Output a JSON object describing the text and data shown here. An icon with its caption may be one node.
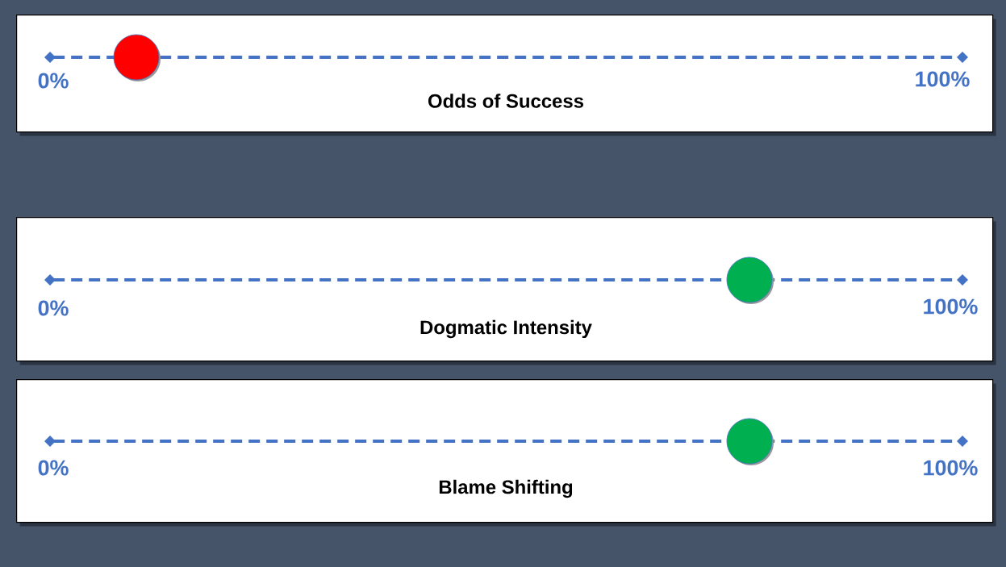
{
  "diagram": {
    "nodes": [
      {
        "text": [
          "0%",
          "100%",
          "Odds of Success"
        ]
      },
      {
        "text": [],
        "shape": "circle",
        "in": 0
      },
      {
        "text": [
          "0%",
          "100%",
          "Dogmatic Intensity"
        ]
      },
      {
        "text": [],
        "shape": "circle",
        "in": 2
      },
      {
        "text": [
          "0%",
          "100%",
          "Blame Shifting"
        ]
      },
      {
        "text": [],
        "shape": "circle",
        "in": 4
      }
    ]
  }
}
